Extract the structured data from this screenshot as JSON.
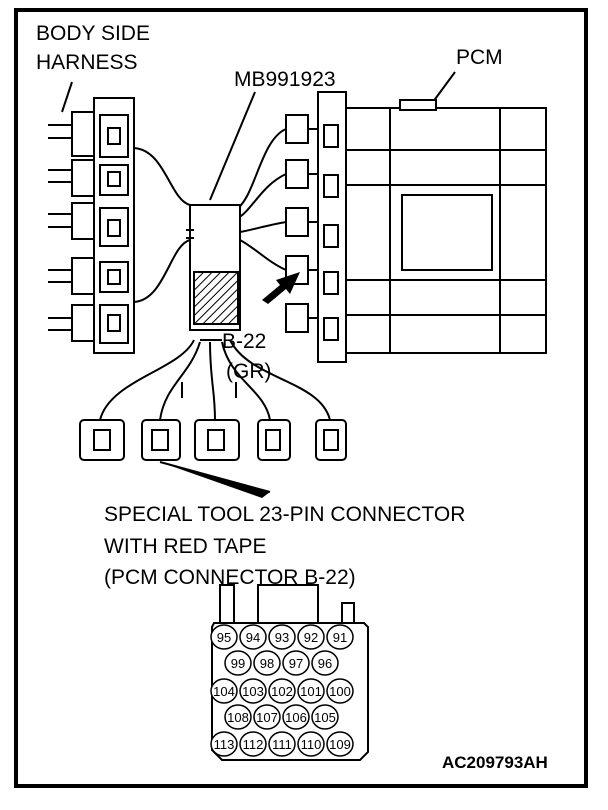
{
  "labels": {
    "body_side": "BODY SIDE",
    "harness": "HARNESS",
    "tool": "MB991923",
    "pcm": "PCM",
    "connector_id": "B-22",
    "connector_color": "(GR)",
    "note_line1": "SPECIAL TOOL 23-PIN CONNECTOR",
    "note_line2": "WITH RED TAPE",
    "note_line3": "(PCM CONNECTOR B-22)",
    "figure_code": "AC209793AH"
  },
  "pins": {
    "row1": [
      "95",
      "94",
      "93",
      "92",
      "91"
    ],
    "row2": [
      "99",
      "98",
      "97",
      "96"
    ],
    "row3": [
      "104",
      "103",
      "102",
      "101",
      "100"
    ],
    "row4": [
      "108",
      "107",
      "106",
      "105"
    ],
    "row5": [
      "113",
      "112",
      "111",
      "110",
      "109"
    ]
  }
}
